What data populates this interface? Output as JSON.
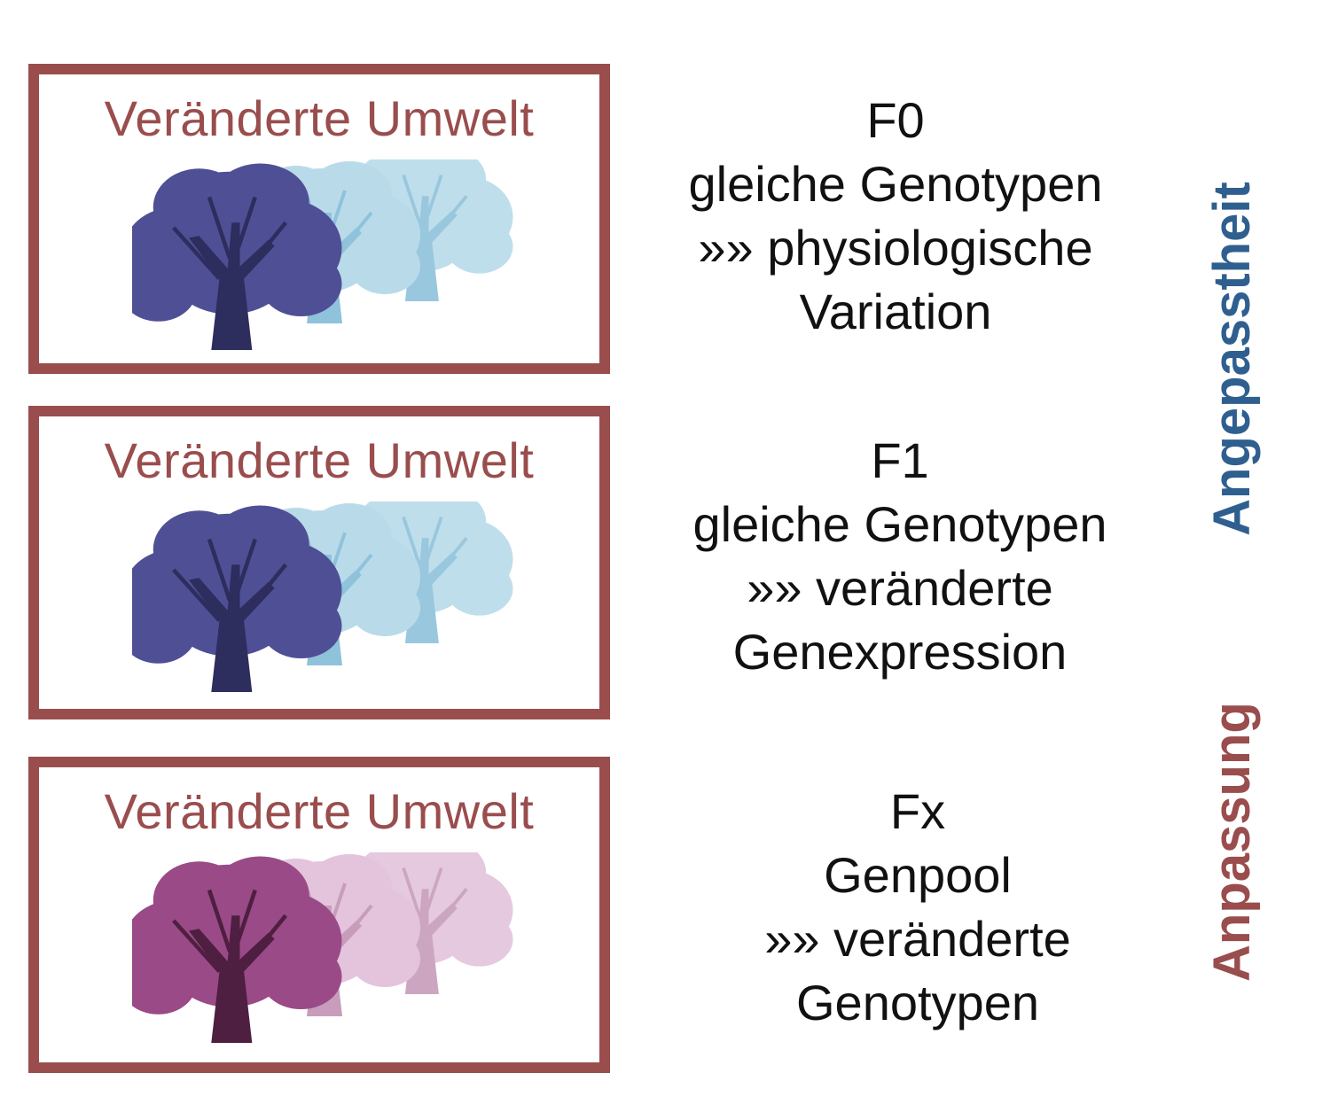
{
  "panels": [
    {
      "title": "Veränderte Umwelt",
      "tree_colors": {
        "dark": "#4f4f95",
        "light": "#b9dbe9",
        "trunk_dark": "#2d2d5e",
        "trunk_light": "#8fc2db"
      },
      "generation": "F0",
      "lines": [
        "gleiche Genotypen",
        "»» physiologische",
        "Variation"
      ]
    },
    {
      "title": "Veränderte Umwelt",
      "tree_colors": {
        "dark": "#4f4f95",
        "light": "#b9dbe9",
        "trunk_dark": "#2d2d5e",
        "trunk_light": "#8fc2db"
      },
      "generation": "F1",
      "lines": [
        "gleiche Genotypen",
        "»» veränderte",
        "Genexpression"
      ]
    },
    {
      "title": "Veränderte Umwelt",
      "tree_colors": {
        "dark": "#9a4a86",
        "light": "#e3c4dc",
        "trunk_dark": "#4e1f40",
        "trunk_light": "#c79dbb"
      },
      "generation": "Fx",
      "lines": [
        "Genpool",
        "»» veränderte",
        "Genotypen"
      ]
    }
  ],
  "side_labels": {
    "top": {
      "text": "Angepasstheit",
      "color": "#2f5f8f"
    },
    "bottom": {
      "text": "Anpassung",
      "color": "#9a4d4d"
    }
  }
}
